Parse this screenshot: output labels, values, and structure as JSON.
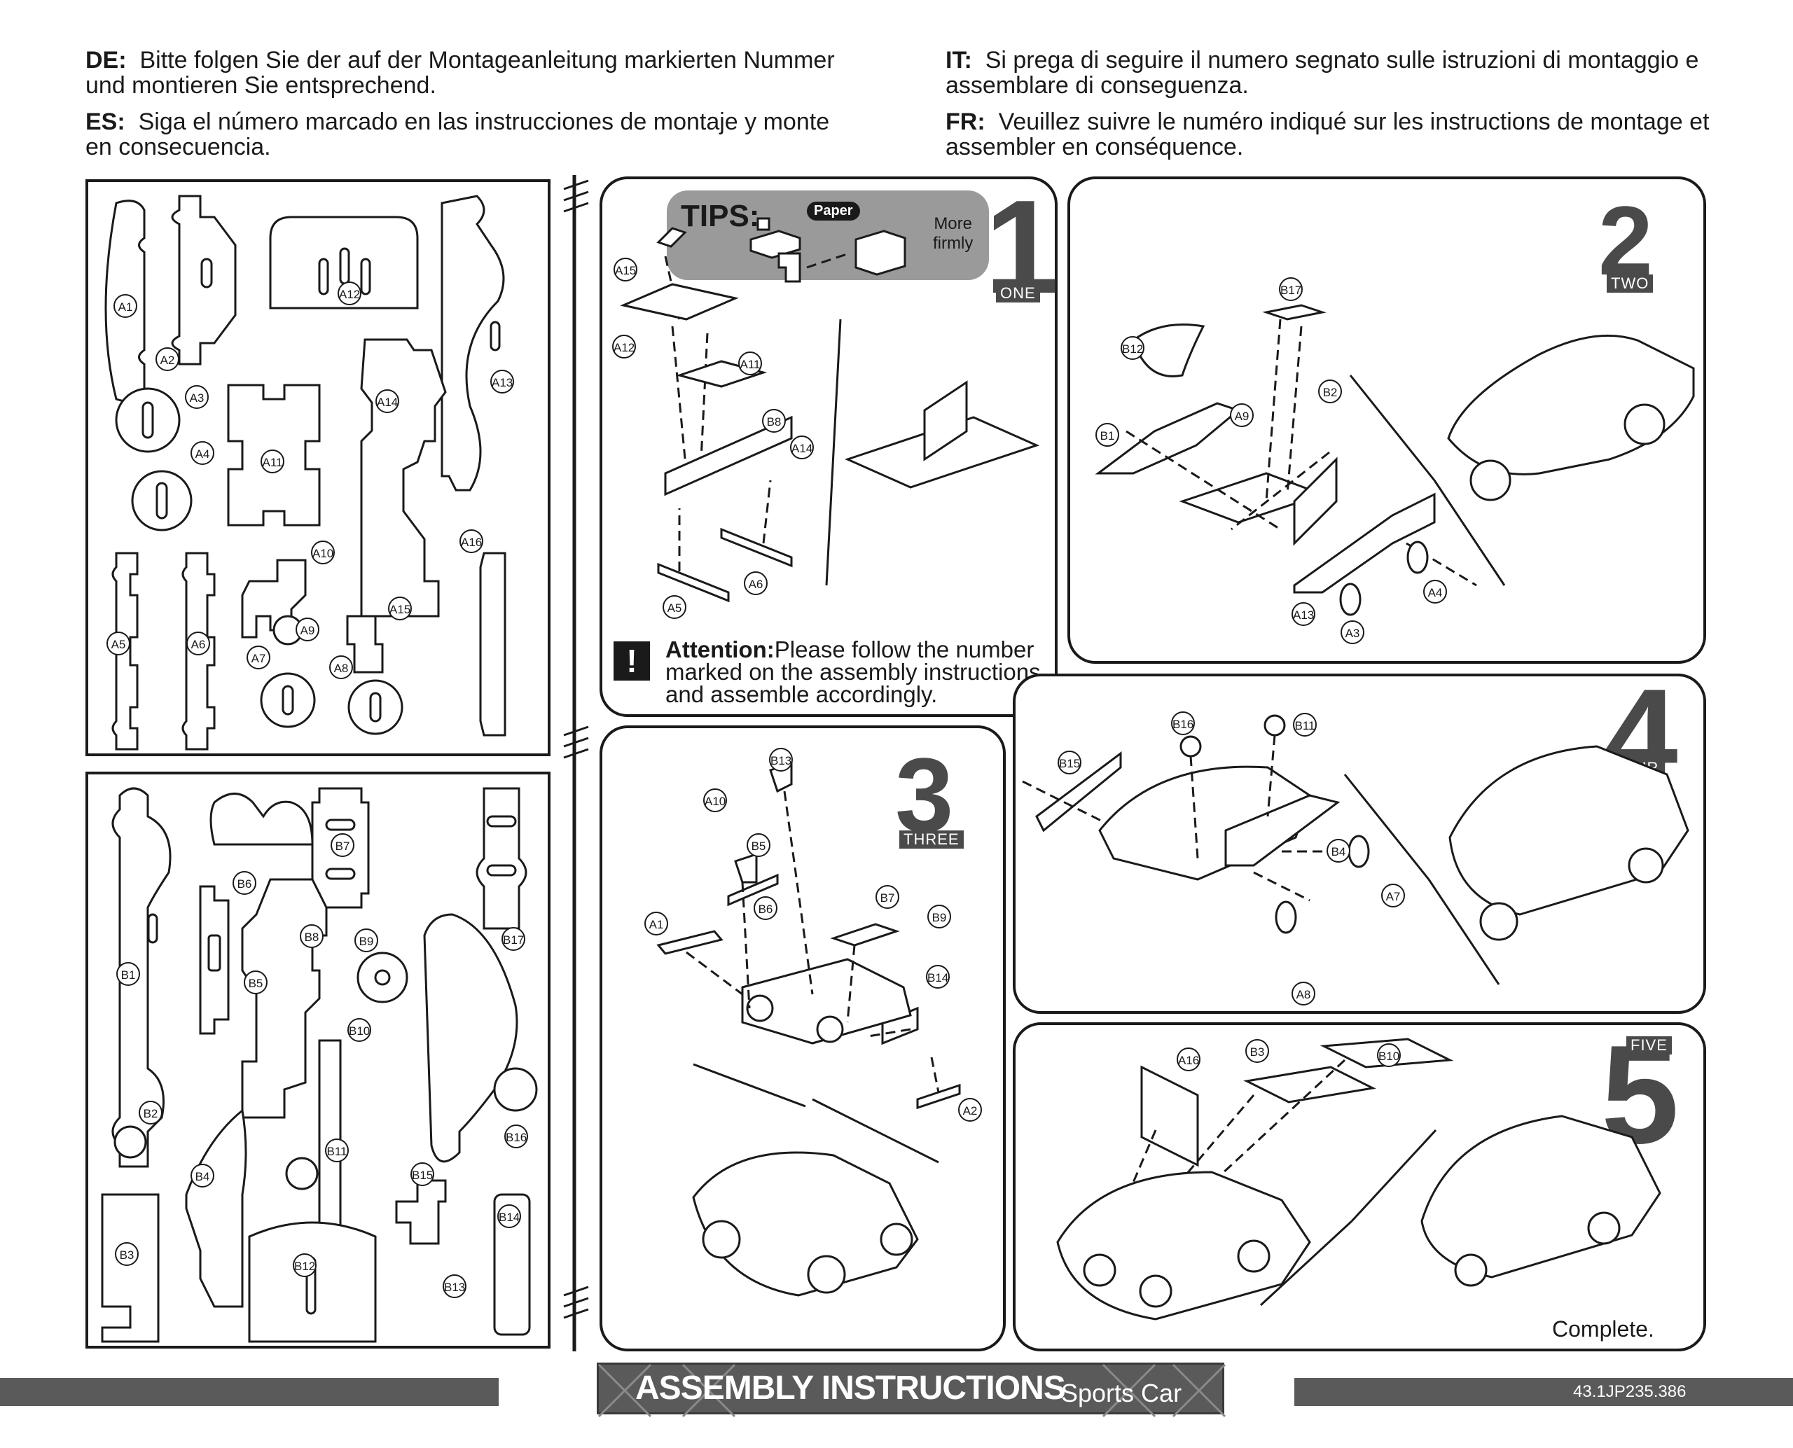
{
  "instructions": {
    "de_code": "DE:",
    "de_text": "Bitte folgen Sie der auf der Montageanleitung markierten Nummer und montieren Sie entsprechend.",
    "es_code": "ES:",
    "es_text": "Siga el número marcado en las instrucciones de montaje y monte en consecuencia.",
    "it_code": "IT:",
    "it_text": "Si prega di seguire il numero segnato sulle istruzioni di montaggio e assemblare di conseguenza.",
    "fr_code": "FR:",
    "fr_text": "Veuillez suivre le numéro indiqué sur les instructions de montage et assembler en conséquence."
  },
  "sheet_a": {
    "labels": [
      "A1",
      "A2",
      "A3",
      "A4",
      "A5",
      "A6",
      "A7",
      "A8",
      "A9",
      "A10",
      "A11",
      "A12",
      "A13",
      "A14",
      "A15",
      "A16"
    ]
  },
  "sheet_b": {
    "labels": [
      "B1",
      "B2",
      "B3",
      "B4",
      "B5",
      "B6",
      "B7",
      "B8",
      "B9",
      "B10",
      "B11",
      "B12",
      "B13",
      "B14",
      "B15",
      "B16",
      "B17"
    ]
  },
  "tips": {
    "title": "TIPS:",
    "paper": "Paper",
    "more": "More",
    "firmly": "firmly"
  },
  "steps": [
    {
      "number": "1",
      "word": "ONE"
    },
    {
      "number": "2",
      "word": "TWO"
    },
    {
      "number": "3",
      "word": "THREE"
    },
    {
      "number": "4",
      "word": "FOUR"
    },
    {
      "number": "5",
      "word": "FIVE"
    }
  ],
  "step1_labels": [
    "A15",
    "A12",
    "A11",
    "B8",
    "A14",
    "A6",
    "A5"
  ],
  "step2_labels": [
    "B17",
    "B12",
    "B2",
    "A9",
    "B1",
    "A4",
    "A13",
    "A3"
  ],
  "step3_labels": [
    "B13",
    "A10",
    "B5",
    "B6",
    "B7",
    "B9",
    "A1",
    "B14",
    "A2"
  ],
  "step4_labels": [
    "B16",
    "B11",
    "B15",
    "B4",
    "A7",
    "A8"
  ],
  "step5_labels": [
    "A16",
    "B3",
    "B10"
  ],
  "attention": {
    "title": "Attention:",
    "text": "Please follow the number marked on the assembly instructions and assemble accordingly."
  },
  "complete": "Complete.",
  "footer": {
    "title": "ASSEMBLY INSTRUCTIONS",
    "subtitle": "Sports Car",
    "code": "43.1JP235.386"
  }
}
